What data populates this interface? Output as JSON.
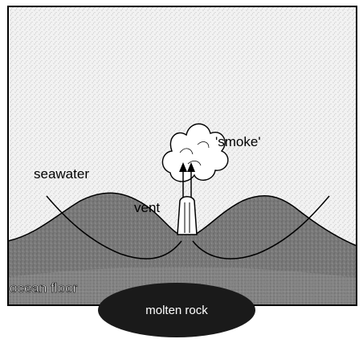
{
  "labels": {
    "smoke": "'smoke'",
    "seawater": "seawater",
    "vent": "vent",
    "ocean_floor": "ocean floor",
    "molten_rock": "molten rock"
  },
  "colors": {
    "seawater_stipple": "#cfcfcf",
    "seafloor_fill": "#7a7a7a",
    "seafloor_lower": "#969696",
    "magma": "#1a1a1a",
    "smoke_fill": "#ffffff",
    "outline": "#000000"
  }
}
